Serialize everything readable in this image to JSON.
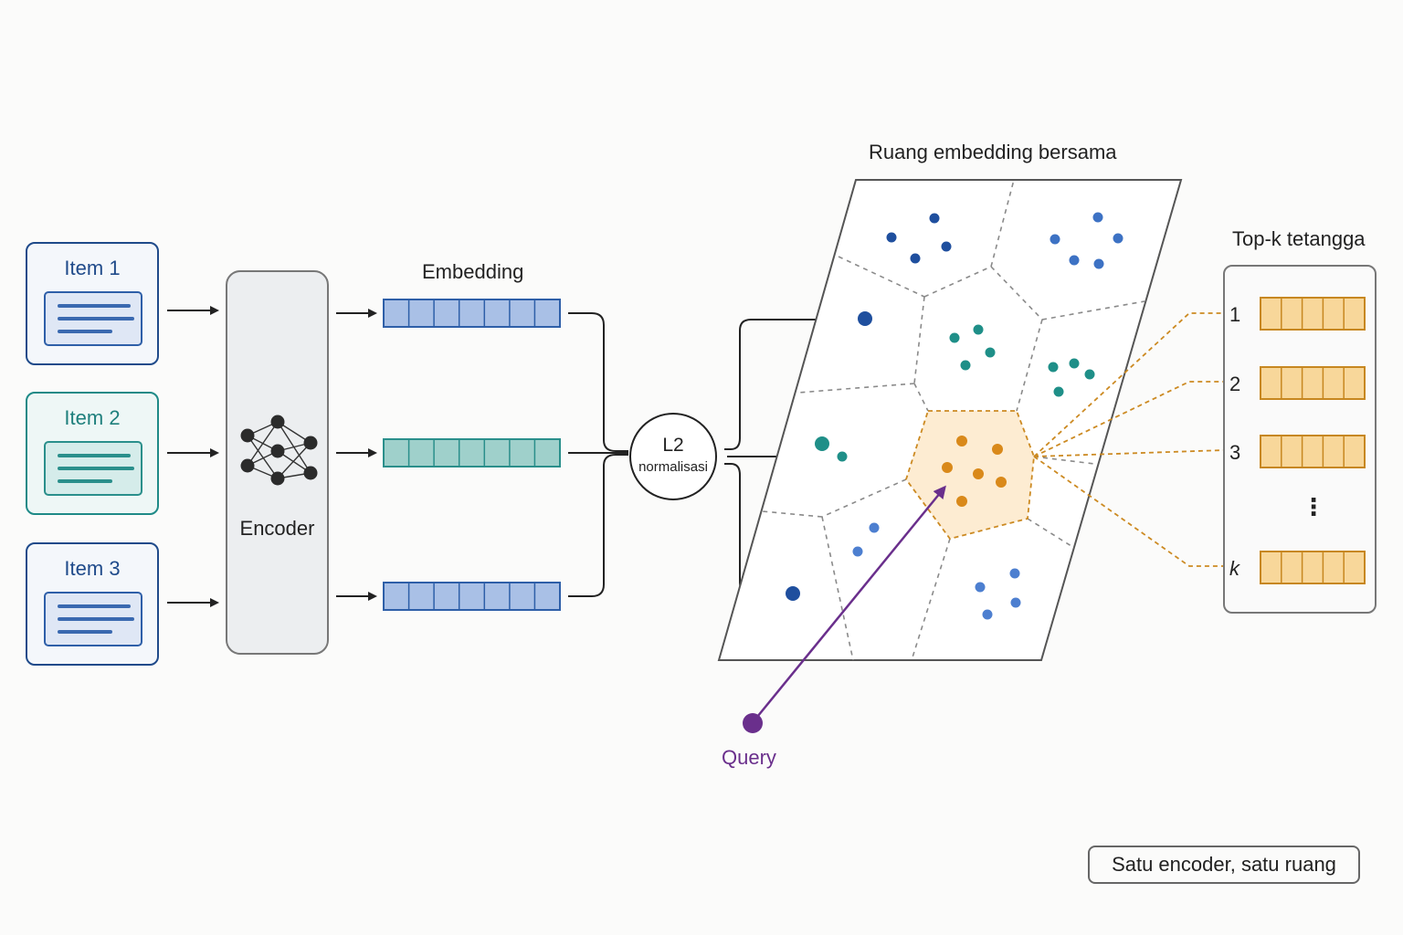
{
  "diagram": {
    "items": [
      {
        "label": "Item 1",
        "theme": "blue"
      },
      {
        "label": "Item 2",
        "theme": "teal"
      },
      {
        "label": "Item 3",
        "theme": "blue"
      }
    ],
    "encoder_label": "Encoder",
    "embedding_label": "Embedding",
    "norm_label_line1": "L2",
    "norm_label_line2": "normalisasi",
    "space_title": "Ruang embedding bersama",
    "query_label": "Query",
    "topk_title": "Top-k tetangga",
    "ranks": [
      "1",
      "2",
      "3",
      "k"
    ],
    "ellipsis": "⋮",
    "footer": "Satu encoder, satu ruang"
  },
  "colors": {
    "blue": "#2e5fa8",
    "blue_fill": "#a9c0e6",
    "teal": "#2a8f8b",
    "teal_fill": "#9fd0cb",
    "orange": "#cc8a22",
    "orange_fill": "#f8d79a",
    "purple": "#6a2f8c"
  }
}
